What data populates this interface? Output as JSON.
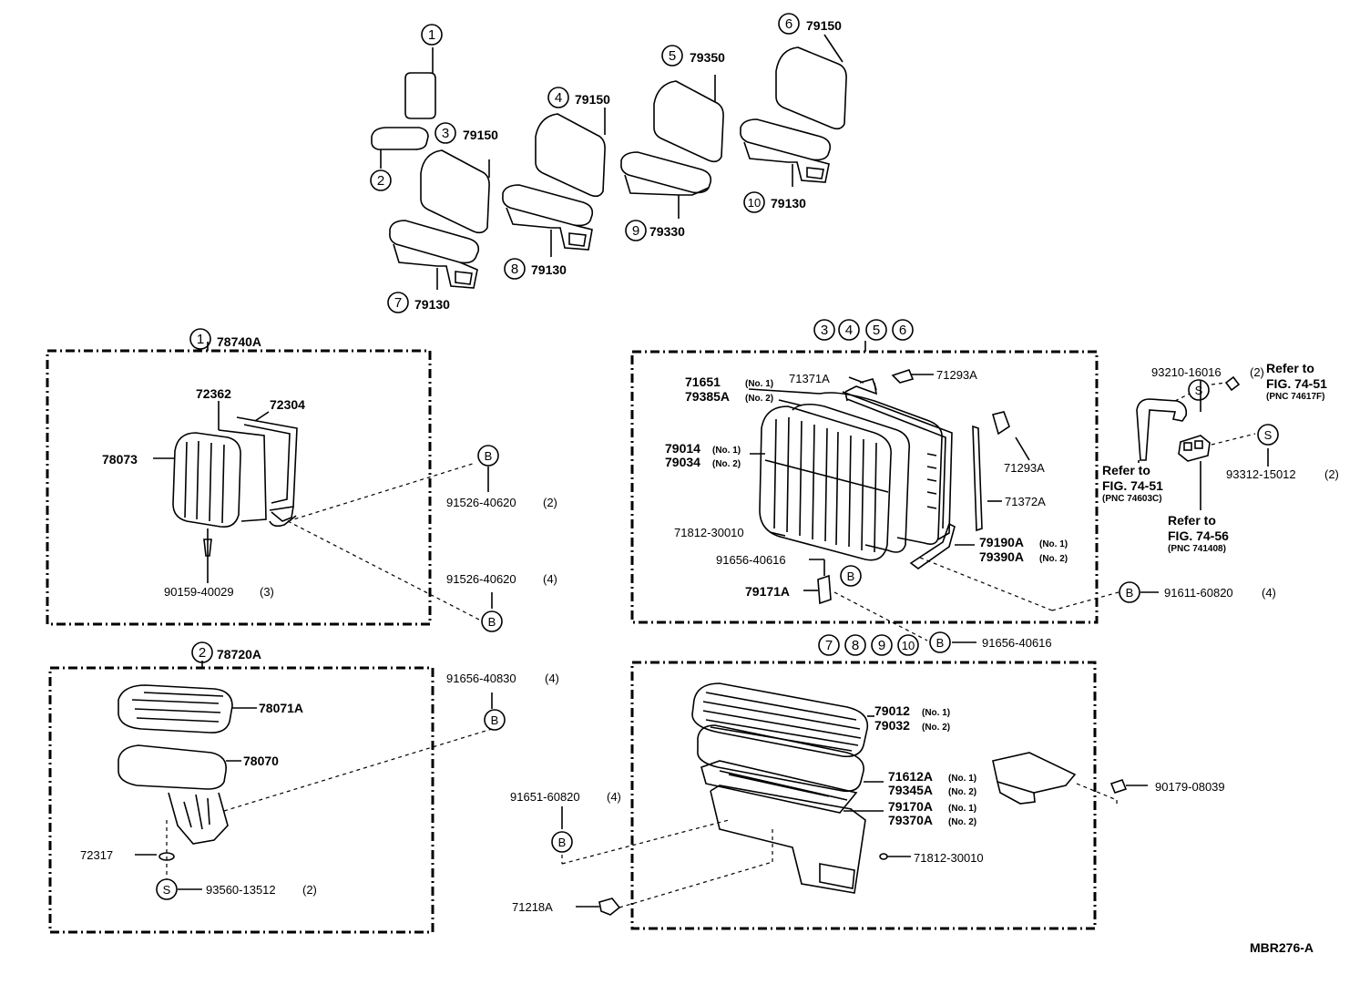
{
  "figure_code": "MBR276-A",
  "overview": {
    "items": [
      {
        "no": "1",
        "pn": ""
      },
      {
        "no": "2",
        "pn": ""
      },
      {
        "no": "3",
        "pn": "79150"
      },
      {
        "no": "4",
        "pn": "79150"
      },
      {
        "no": "5",
        "pn": "79350"
      },
      {
        "no": "6",
        "pn": "79150"
      },
      {
        "no": "7",
        "pn": "79130"
      },
      {
        "no": "8",
        "pn": "79130"
      },
      {
        "no": "9",
        "pn": "79330"
      },
      {
        "no": "10",
        "pn": "79130"
      }
    ]
  },
  "box1": {
    "no": "1",
    "title": "78740A",
    "parts": {
      "p72362": "72362",
      "p72304": "72304",
      "p78073": "78073",
      "p90159": "90159-40029",
      "p90159_qty": "(3)",
      "b1_pn": "91526-40620",
      "b1_qty": "(2)",
      "b2_pn": "91526-40620",
      "b2_qty": "(4)"
    }
  },
  "box2": {
    "no": "2",
    "title": "78720A",
    "parts": {
      "p78071A": "78071A",
      "p78070": "78070",
      "p72317": "72317",
      "s_pn": "93560-13512",
      "s_qty": "(2)",
      "b_pn": "91656-40830",
      "b_qty": "(4)"
    }
  },
  "box3": {
    "nos": [
      "3",
      "4",
      "5",
      "6"
    ],
    "parts": {
      "p71651": "71651",
      "p71651_note": "(No. 1)",
      "p79385A": "79385A",
      "p79385A_note": "(No. 2)",
      "p71371A": "71371A",
      "p71293A_a": "71293A",
      "p71293A_b": "71293A",
      "p79014": "79014",
      "p79014_note": "(No. 1)",
      "p79034": "79034",
      "p79034_note": "(No. 2)",
      "p71372A": "71372A",
      "p71812": "71812-30010",
      "p79190A": "79190A",
      "p79190A_note": "(No. 1)",
      "p79390A": "79390A",
      "p79390A_note": "(No. 2)",
      "p91656_616": "91656-40616",
      "p79171A": "79171A",
      "b_right_pn": "91611-60820",
      "b_right_qty": "(4)",
      "b_bottom_pn": "91656-40616"
    }
  },
  "side": {
    "s1_pn": "93210-16016",
    "s1_qty": "(2)",
    "s2_pn": "93312-15012",
    "s2_qty": "(2)",
    "refer1_a": "Refer to",
    "refer1_b": "FIG. 74-51",
    "refer1_c": "(PNC 74617F)",
    "refer2_a": "Refer to",
    "refer2_b": "FIG. 74-51",
    "refer2_c": "(PNC 74603C)",
    "refer3_a": "Refer to",
    "refer3_b": "FIG. 74-56",
    "refer3_c": "(PNC 741408)"
  },
  "box4": {
    "nos": [
      "7",
      "8",
      "9",
      "10"
    ],
    "parts": {
      "p79012": "79012",
      "p79012_note": "(No. 1)",
      "p79032": "79032",
      "p79032_note": "(No. 2)",
      "p71612A": "71612A",
      "p71612A_note": "(No. 1)",
      "p79345A": "79345A",
      "p79345A_note": "(No. 2)",
      "p79170A": "79170A",
      "p79170A_note": "(No. 1)",
      "p79370A": "79370A",
      "p79370A_note": "(No. 2)",
      "p71812": "71812-30010",
      "p90179": "90179-08039",
      "b_pn": "91651-60820",
      "b_qty": "(4)",
      "p71218A": "71218A"
    }
  },
  "markers": {
    "b": "B",
    "s": "S"
  }
}
